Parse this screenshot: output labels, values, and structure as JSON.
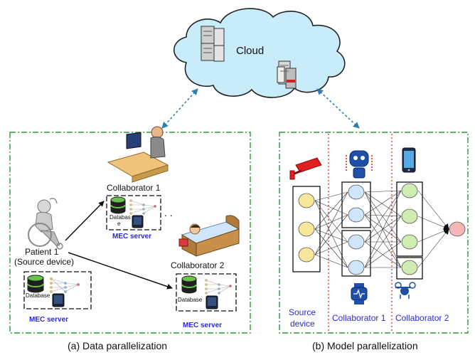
{
  "cloud": {
    "label": "Cloud"
  },
  "left_panel": {
    "caption": "(a) Data parallelization",
    "patient": {
      "line1": "Patient 1",
      "line2": "(Source device)"
    },
    "collaborator1": "Collaborator 1",
    "collaborator2": "Collaborator 2",
    "database_label": "Database",
    "database_label_wrapped": [
      "Databas",
      "e"
    ],
    "mec_label": "MEC server",
    "ellipsis": ". ."
  },
  "right_panel": {
    "caption": "(b) Model parallelization",
    "source_device": [
      "Source",
      "device"
    ],
    "collaborator1": "Collaborator 1",
    "collaborator2": "Collaborator 2"
  },
  "colors": {
    "panel_border": "#2e9b3c",
    "divider": "#d42020",
    "arrow": "#2b7fb0",
    "blue_text": "#2a2ad8",
    "cloud_fill": "#c8ecfa",
    "cloud_stroke": "#222222",
    "node_yellow": "#f6e79a",
    "node_blue": "#cfe6fa",
    "node_green": "#cdeeb0",
    "node_red": "#f7b6b6"
  }
}
